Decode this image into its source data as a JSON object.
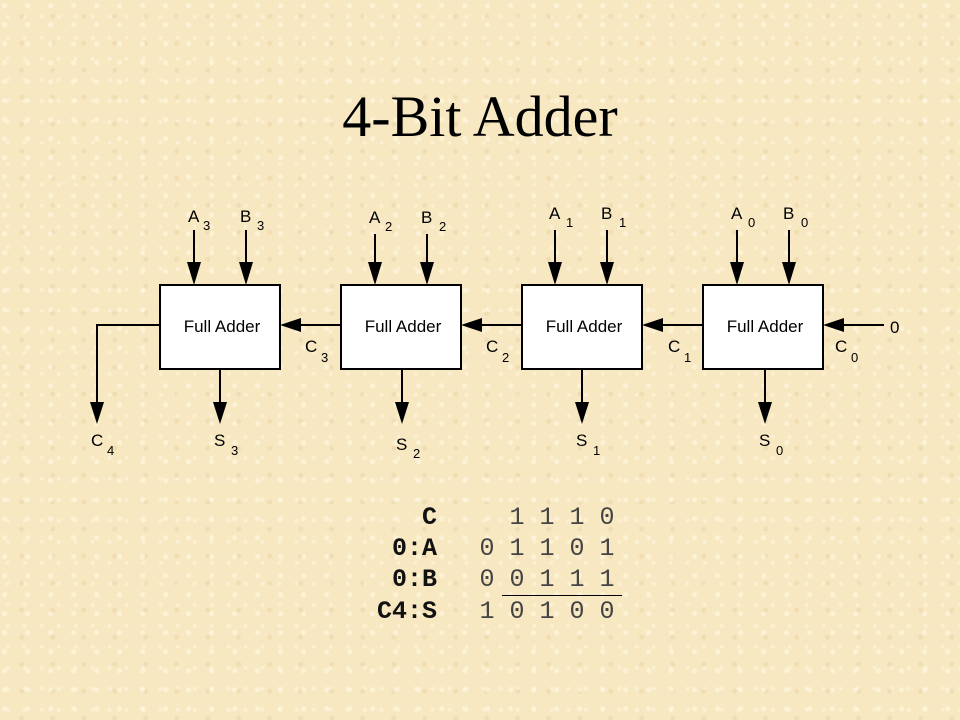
{
  "title": "4-Bit Adder",
  "diagram": {
    "adders": [
      {
        "label": "Full Adder",
        "a": "A",
        "a_sub": "3",
        "b": "B",
        "b_sub": "3",
        "sum": "S",
        "sum_sub": "3",
        "carry_out": "C",
        "carry_out_sub": "4"
      },
      {
        "label": "Full Adder",
        "a": "A",
        "a_sub": "2",
        "b": "B",
        "b_sub": "2",
        "sum": "S",
        "sum_sub": "2",
        "carry_out": "C",
        "carry_out_sub": "3"
      },
      {
        "label": "Full Adder",
        "a": "A",
        "a_sub": "1",
        "b": "B",
        "b_sub": "1",
        "sum": "S",
        "sum_sub": "1",
        "carry_out": "C",
        "carry_out_sub": "2"
      },
      {
        "label": "Full Adder",
        "a": "A",
        "a_sub": "0",
        "b": "B",
        "b_sub": "0",
        "sum": "S",
        "sum_sub": "0",
        "carry_out": "C",
        "carry_out_sub": "1"
      }
    ],
    "carry_in": {
      "label": "C",
      "sub": "0",
      "value": "0"
    }
  },
  "sum_table": {
    "rows": [
      {
        "label": "C",
        "bits": [
          "",
          "1",
          "1",
          "1",
          "0"
        ]
      },
      {
        "label": "0:A",
        "bits": [
          "0",
          "1",
          "1",
          "0",
          "1"
        ]
      },
      {
        "label": "0:B",
        "bits": [
          "0",
          "0",
          "1",
          "1",
          "1"
        ]
      },
      {
        "label": "C4:S",
        "bits": [
          "1",
          "0",
          "1",
          "0",
          "0"
        ]
      }
    ]
  }
}
